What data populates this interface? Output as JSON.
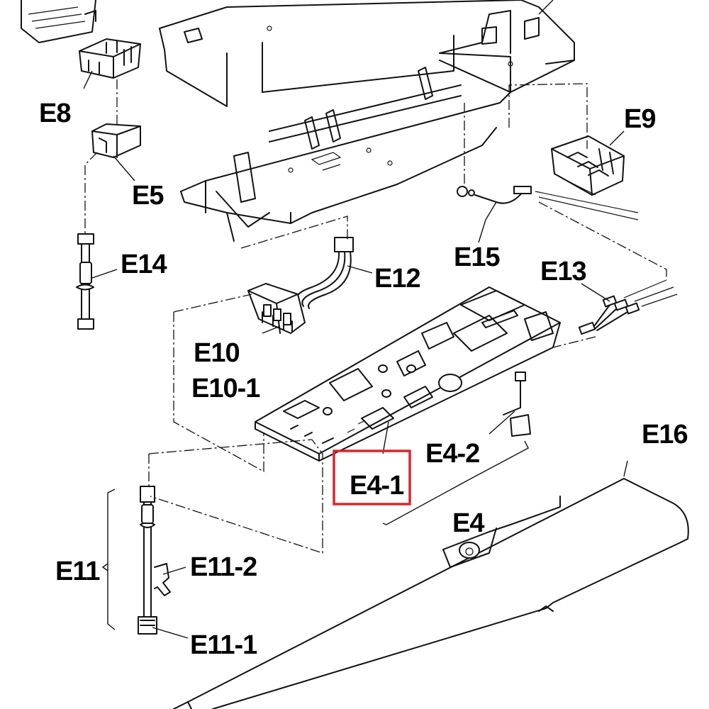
{
  "labels": {
    "e8": "E8",
    "e5": "E5",
    "e14": "E14",
    "e9": "E9",
    "e15": "E15",
    "e12": "E12",
    "e13": "E13",
    "e10": "E10",
    "e10_1": "E10-1",
    "e16": "E16",
    "e4_2": "E4-2",
    "e4_1": "E4-1",
    "e4": "E4",
    "e11": "E11",
    "e11_2": "E11-2",
    "e11_1": "E11-1"
  },
  "highlight": {
    "target": "E4-1",
    "color": "#d9262c"
  }
}
